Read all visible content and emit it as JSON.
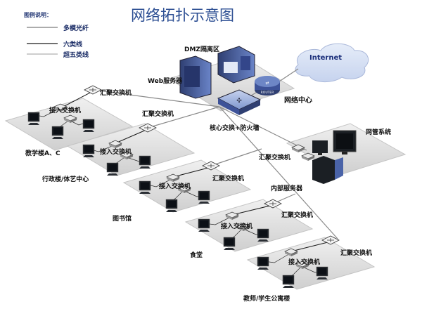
{
  "title": "网络拓扑示意图",
  "legend": {
    "heading": "图例说明：",
    "items": [
      {
        "label": "多模光纤",
        "style": "fiber"
      },
      {
        "label": "六类线",
        "style": "cat6"
      },
      {
        "label": "超五类线",
        "style": "cat5e"
      }
    ]
  },
  "labels": {
    "dmz": "DMZ隔离区",
    "web_server": "Web服务器",
    "internet": "Internet",
    "network_center": "网络中心",
    "core": "核心交换+防火墙",
    "nms": "网管系统",
    "internal_server": "内部服务器",
    "router": "ROUTER",
    "aggregation_switch": "汇聚交换机",
    "access_switch": "接入交换机"
  },
  "buildings": [
    "教学楼A、C",
    "行政楼/体艺中心",
    "图书馆",
    "食堂",
    "教师/学生公寓楼"
  ],
  "colors": {
    "title": "#2d4f93",
    "platform": "#dcdcdc",
    "cloud": "#d7e1f4",
    "monitor": "#1b1f24",
    "server_box": "#4a63a8"
  }
}
